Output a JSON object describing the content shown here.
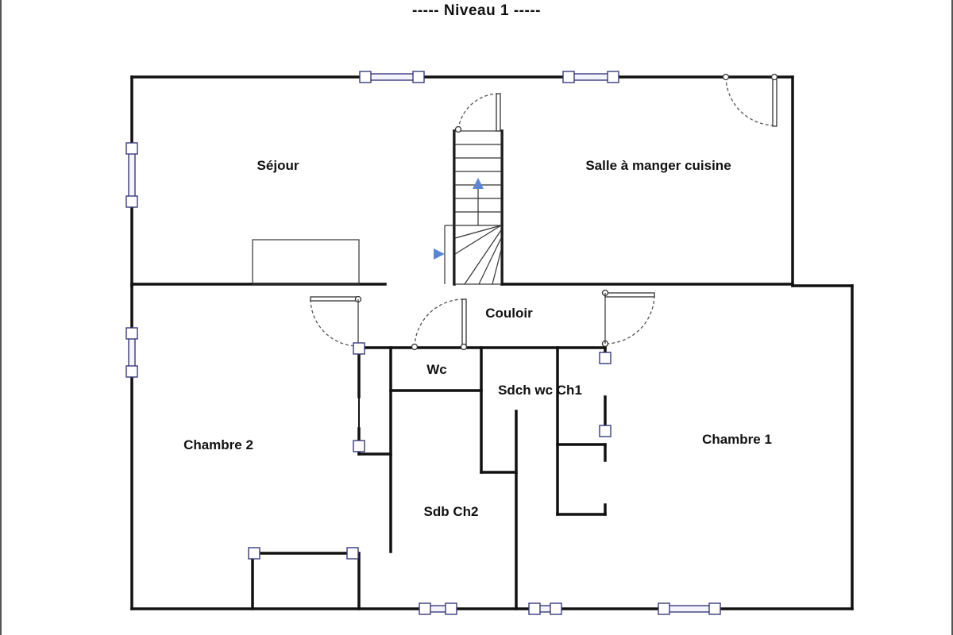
{
  "plan": {
    "title": "-----  Niveau 1  -----",
    "rooms": {
      "sejour": "Séjour",
      "salle": "Salle à manger cuisine",
      "couloir": "Couloir",
      "wc": "Wc",
      "sdch_wc": "Sdch wc Ch1",
      "chambre2": "Chambre 2",
      "chambre1": "Chambre 1",
      "sdb_ch2": "Sdb Ch2"
    }
  },
  "colors": {
    "wall": "#111111",
    "window": "#3a3a7a",
    "stair_arrow": "#5b86d6"
  }
}
